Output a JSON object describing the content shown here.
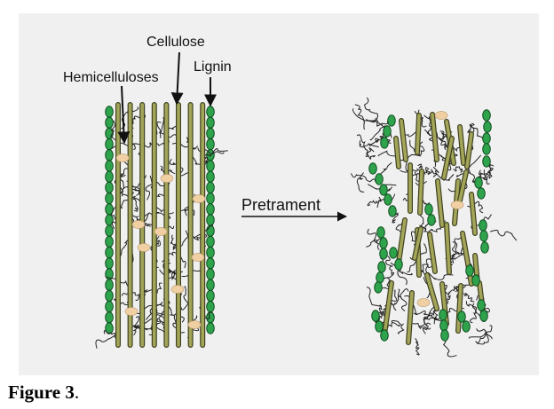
{
  "labels": {
    "cellulose": "Cellulose",
    "hemicelluloses": "Hemicelluloses",
    "lignin": "Lignin",
    "pretreatment": "Pretrament"
  },
  "caption": {
    "bold": "Figure 3",
    "tail": "."
  },
  "colors": {
    "panel_background": "#f0f0f0",
    "cellulose_fibre": "#a3a559",
    "cellulose_outline": "#3f4120",
    "lignin_bead": "#2fa24c",
    "lignin_outline": "#0e4d1f",
    "hemicellulose_particle": "#f0cfa2",
    "hemicellulose_strand": "#222222"
  },
  "icons": {
    "lignin": "green-bead-chain",
    "cellulose": "fibre-rod",
    "hemicellulose": "tan-oval-particle",
    "process": "right-arrow"
  }
}
